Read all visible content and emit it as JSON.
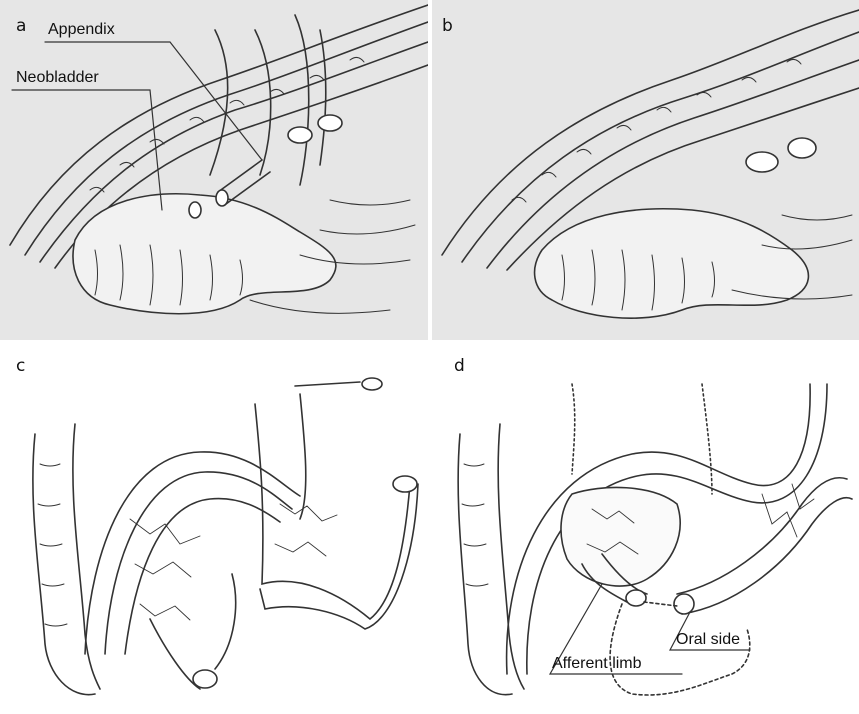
{
  "panels": {
    "a": {
      "letter": "a",
      "labels": {
        "appendix": "Appendix",
        "neobladder": "Neobladder"
      }
    },
    "b": {
      "letter": "b"
    },
    "c": {
      "letter": "c"
    },
    "d": {
      "letter": "d",
      "labels": {
        "afferent_limb": "Afferent limb",
        "oral_side": "Oral side"
      }
    }
  },
  "colors": {
    "ink": "#333333",
    "shade": "#e6e6e6",
    "background": "#ffffff"
  }
}
